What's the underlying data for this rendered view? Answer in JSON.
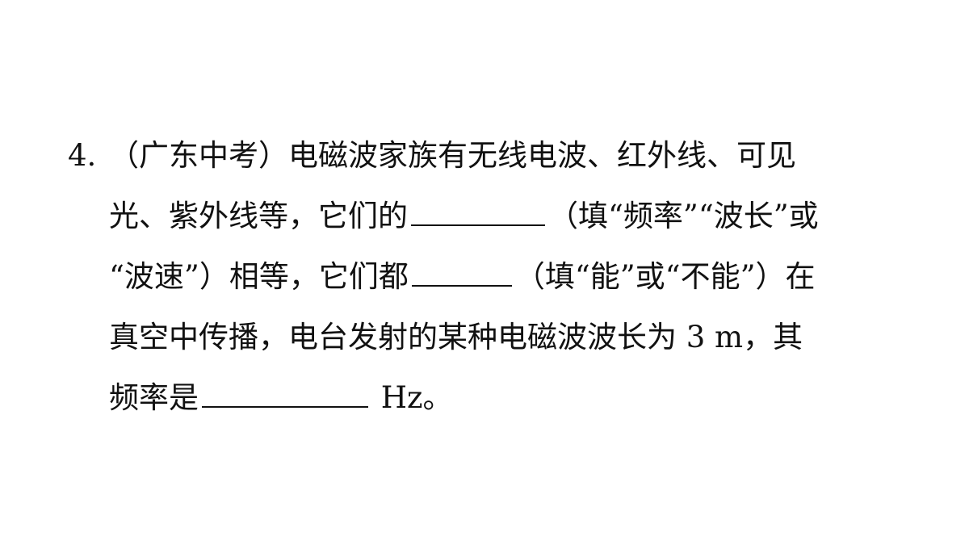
{
  "question": {
    "number": "4.",
    "line1": "（广东中考）电磁波家族有无线电波、红外线、可见",
    "line2_a": "光、紫外线等，它们的",
    "line2_b": "（填“频率”“波长”或",
    "line3_a": "“波速”）相等，它们都",
    "line3_b": "（填“能”或“不能”）在",
    "line4": "真空中传播，电台发射的某种电磁波波长为 3 m，其",
    "line5_a": "频率是",
    "line5_b": " Hz。"
  }
}
